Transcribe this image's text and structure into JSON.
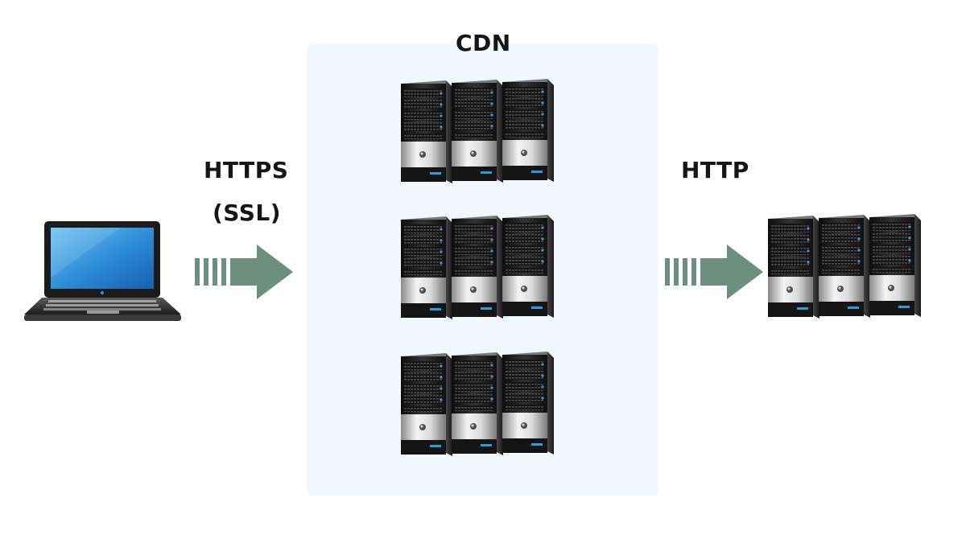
{
  "diagram": {
    "cdn_title": "CDN",
    "left_protocol": "HTTPS",
    "left_protocol_note": "(SSL)",
    "right_protocol": "HTTP",
    "icons": {
      "client": "laptop-icon",
      "server": "server-rack-icon",
      "arrow": "right-arrow-icon"
    },
    "colors": {
      "arrow": "#6d8f7d",
      "cdn_background": "#f1f7fc",
      "laptop_screen": "#2b8ad6",
      "server_led": "#2e9bdd"
    }
  }
}
